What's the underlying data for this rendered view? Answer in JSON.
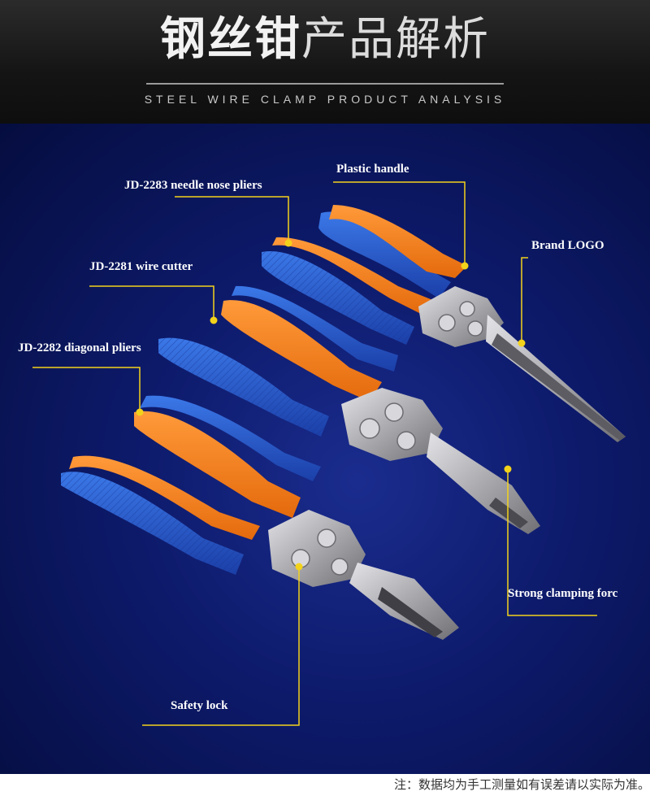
{
  "header": {
    "title_bold": "钢丝钳",
    "title_light": "产品解析",
    "subtitle": "STEEL WIRE CLAMP PRODUCT ANALYSIS"
  },
  "callouts": {
    "plastic_handle": "Plastic handle",
    "needle_nose": "JD-2283 needle nose pliers",
    "brand_logo": "Brand LOGO",
    "wire_cutter": "JD-2281 wire cutter",
    "diagonal": "JD-2282 diagonal pliers",
    "strong_clamping": "Strong clamping forc",
    "safety_lock": "Safety lock"
  },
  "footer": {
    "note": "注：数据均为手工测量如有误差请以实际为准。"
  },
  "colors": {
    "header_bg": "#1a1a1a",
    "stage_bg": "#0d1a6a",
    "handle_orange": "#f07d1a",
    "handle_blue": "#2356c9",
    "callout_line": "#f3d21b",
    "metal": "#b8b8bc"
  }
}
